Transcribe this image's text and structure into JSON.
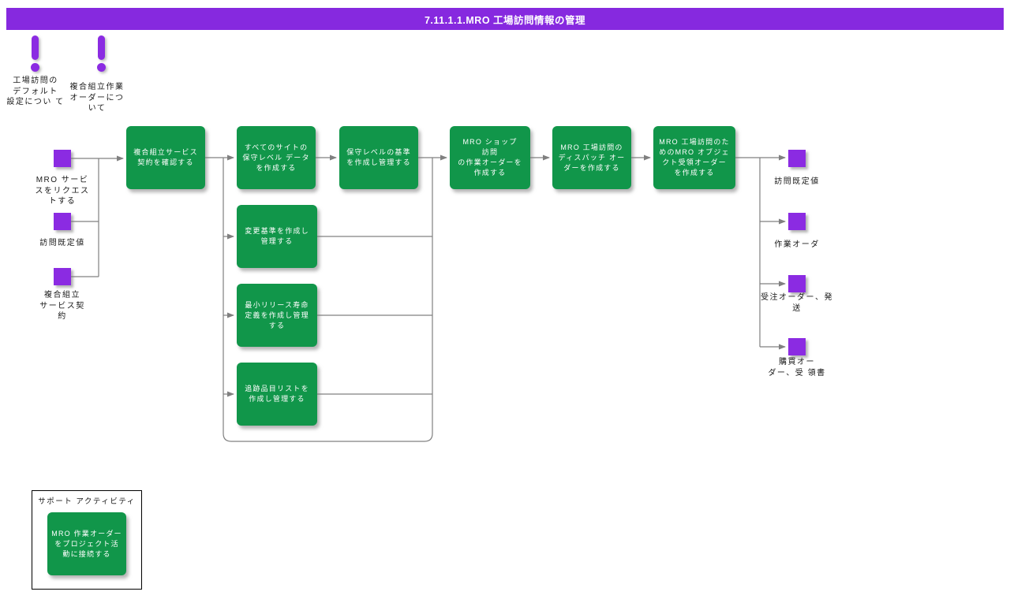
{
  "title": "7.11.1.1.MRO 工場訪問情報の管理",
  "colors": {
    "header_purple": "#8629DF",
    "node_purple": "#8B2BE2",
    "task_green": "#11964A",
    "connector_gray": "#808080"
  },
  "notes": [
    {
      "label": "工場訪問の\nデフォルト\n設定につい て"
    },
    {
      "label": "複合組立作業\nオーダーにつ\nいて"
    }
  ],
  "inputs": [
    {
      "label": "MRO サービ\nスをリクエス\nトする"
    },
    {
      "label": "訪問既定値"
    },
    {
      "label": "複合組立\nサービス契\n約"
    }
  ],
  "tasks": [
    {
      "label": "複合組立サービス\n契約を確認する"
    },
    {
      "label": "すべてのサイトの\n保守レベル データ\nを作成する"
    },
    {
      "label": "保守レベルの基準\nを作成し管理する"
    },
    {
      "label": "変更基準を作成し\n管理する"
    },
    {
      "label": "最小リリース寿命\n定義を作成し管理\nする"
    },
    {
      "label": "追跡品目リストを\n作成し管理する"
    },
    {
      "label": "MRO ショップ\n訪問\nの作業オーダーを\n作成する"
    },
    {
      "label": "MRO 工場訪問の\nディスパッチ オー\nダーを作成する"
    },
    {
      "label": "MRO 工場訪問のた\nめのMRO オブジェ\nクト受領オーダー\nを作成する"
    }
  ],
  "outputs": [
    {
      "label": "訪問既定値"
    },
    {
      "label": "作業オーダ"
    },
    {
      "label": "受注オーダー、発\n送"
    },
    {
      "label": "購買オー\nダー、受 領書"
    }
  ],
  "support": {
    "title": "サポート アクティビティ",
    "task": "MRO 作業オーダー\nをプロジェクト活\n動に接続する"
  }
}
